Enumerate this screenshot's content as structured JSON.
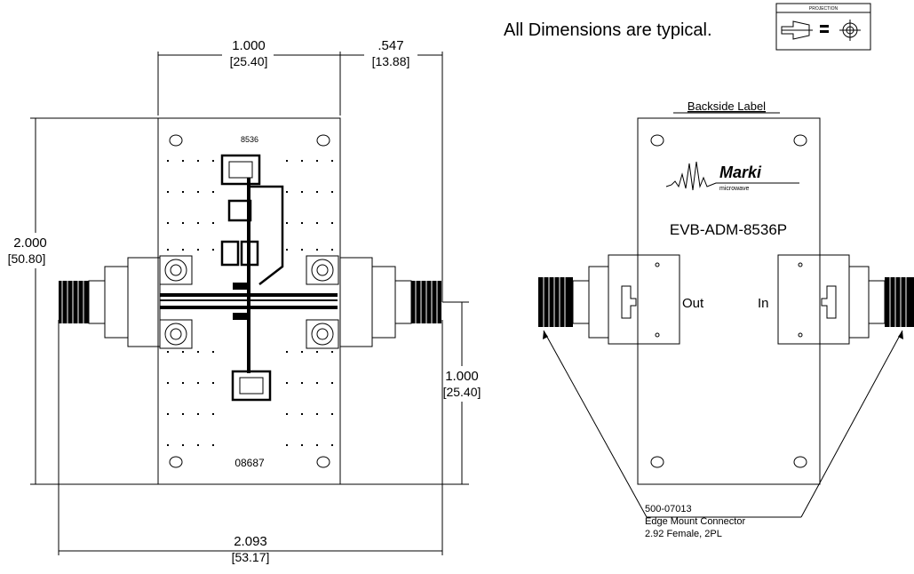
{
  "header": {
    "note": "All Dimensions are typical.",
    "projection_label": "PROJECTION"
  },
  "front_view": {
    "width_dim": "1.000",
    "width_dim_mm": "[25.40]",
    "overhang_dim": ".547",
    "overhang_dim_mm": "[13.88]",
    "height_dim": "2.000",
    "height_dim_mm": "[50.80]",
    "connector_offset_dim": "1.000",
    "connector_offset_dim_mm": "[25.40]",
    "overall_width_dim": "2.093",
    "overall_width_dim_mm": "[53.17]",
    "board_top_label": "8536",
    "board_bottom_label": "08687"
  },
  "back_view": {
    "title": "Backside Label",
    "logo_text": "Marki",
    "logo_sub": "microwave",
    "model": "EVB-ADM-8536P",
    "port_out": "Out",
    "port_in": "In",
    "connector_part": "500-07013",
    "connector_desc": "Edge Mount Connector",
    "connector_spec": "2.92 Female, 2PL"
  }
}
